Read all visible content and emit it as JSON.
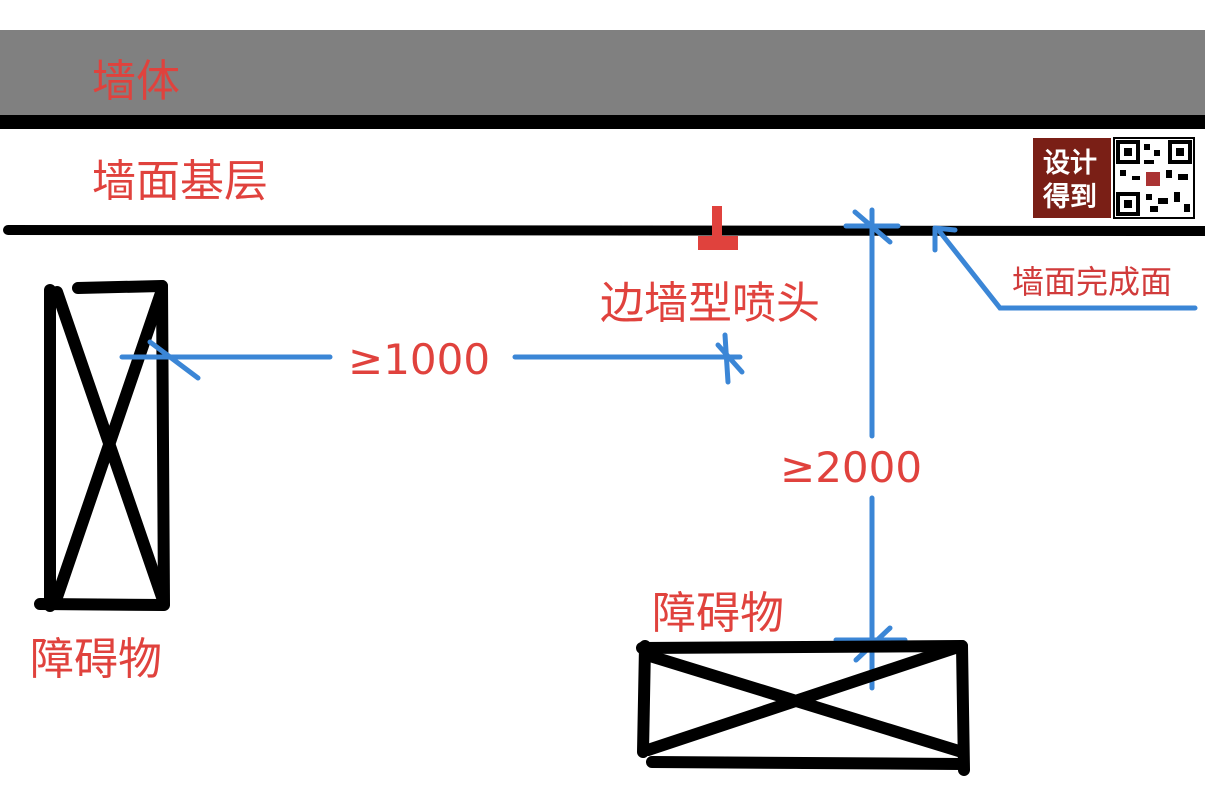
{
  "labels": {
    "wall": "墙体",
    "wall_base": "墙面基层",
    "sprinkler": "边墙型喷头",
    "wall_finish": "墙面完成面",
    "obstacle_left": "障碍物",
    "obstacle_bottom": "障碍物",
    "dim_horizontal": "≥1000",
    "dim_vertical": "≥2000"
  },
  "logo": {
    "line1": "设计",
    "line2": "得到"
  },
  "colors": {
    "wall_fill": "#808080",
    "line_black": "#000000",
    "label_red": "#e0423d",
    "dim_blue": "#3b86d6",
    "logo_bg": "#7a1f16"
  }
}
